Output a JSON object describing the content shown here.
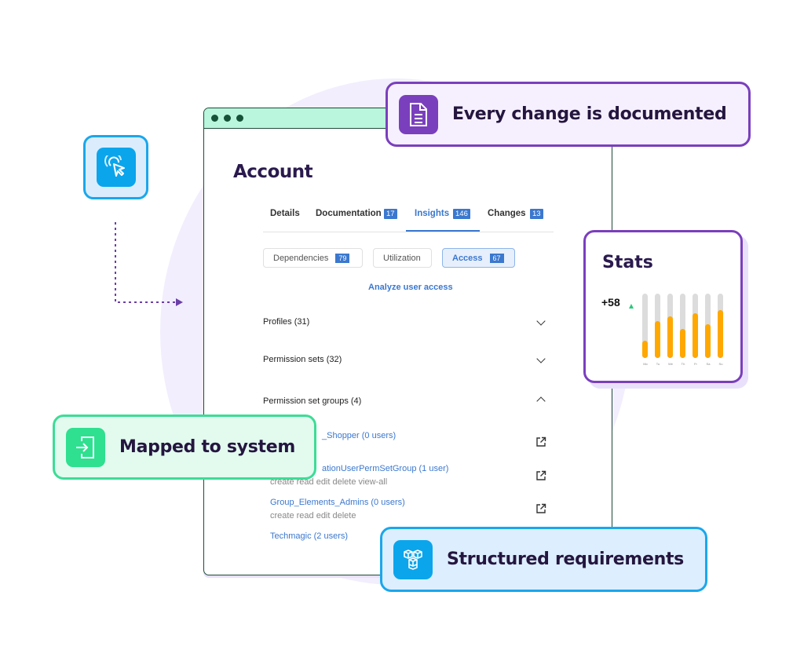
{
  "account_window": {
    "title": "Account",
    "tabs": [
      {
        "label": "Details"
      },
      {
        "label": "Documentation",
        "count": "17"
      },
      {
        "label": "Insights",
        "count": "146",
        "active": true
      },
      {
        "label": "Changes",
        "count": "13"
      }
    ],
    "subtabs": [
      {
        "label": "Dependencies",
        "count": "79"
      },
      {
        "label": "Utilization"
      },
      {
        "label": "Access",
        "count": "67",
        "active": true
      }
    ],
    "analyze_link": "Analyze user access",
    "sections": [
      {
        "label": "Profiles (31)",
        "expanded": false
      },
      {
        "label": "Permission sets (32)",
        "expanded": false
      },
      {
        "label": "Permission set groups (4)",
        "expanded": true
      }
    ],
    "groups": [
      {
        "name": "_Shopper (0 users)",
        "perms": ""
      },
      {
        "name": "ationUserPermSetGroup (1 user)",
        "perms": "create read edit delete view-all"
      },
      {
        "name": "Group_Elements_Admins (0 users)",
        "perms": "create read edit delete"
      },
      {
        "name": "Techmagic (2 users)",
        "perms": ""
      }
    ]
  },
  "callouts": {
    "documented": "Every change is documented",
    "mapped": "Mapped to system",
    "structured": "Structured requirements"
  },
  "stats": {
    "title": "Stats",
    "delta": "+58",
    "days": [
      "Mo",
      "Tu",
      "We",
      "Th",
      "Fr",
      "Sa",
      "Su"
    ],
    "levels": [
      0.27,
      0.57,
      0.65,
      0.45,
      0.69,
      0.53,
      0.74
    ]
  },
  "colors": {
    "purple": "#7a3fbd",
    "green": "#2ee08f",
    "blue": "#0ba5ec",
    "bar": "#ffa800",
    "link": "#3b78cf"
  }
}
